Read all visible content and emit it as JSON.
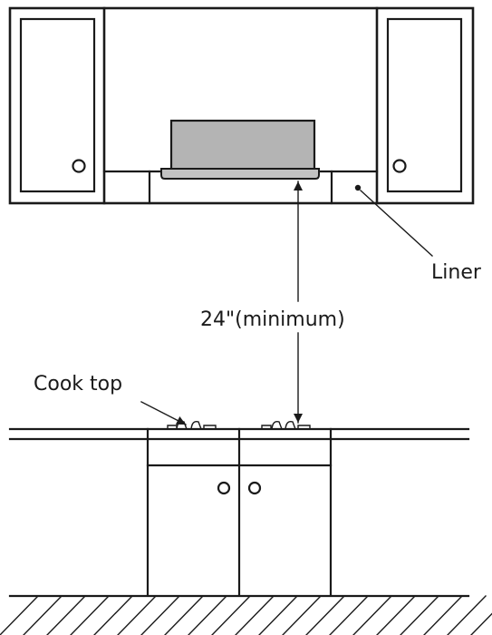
{
  "labels": {
    "liner": "Liner",
    "clearance": "24\"(minimum)",
    "cooktop": "Cook top"
  },
  "colors": {
    "line": "#1a1a1a",
    "hood_body": "#b4b4b4",
    "hood_tray": "#c2c2c2",
    "background": "#ffffff"
  }
}
